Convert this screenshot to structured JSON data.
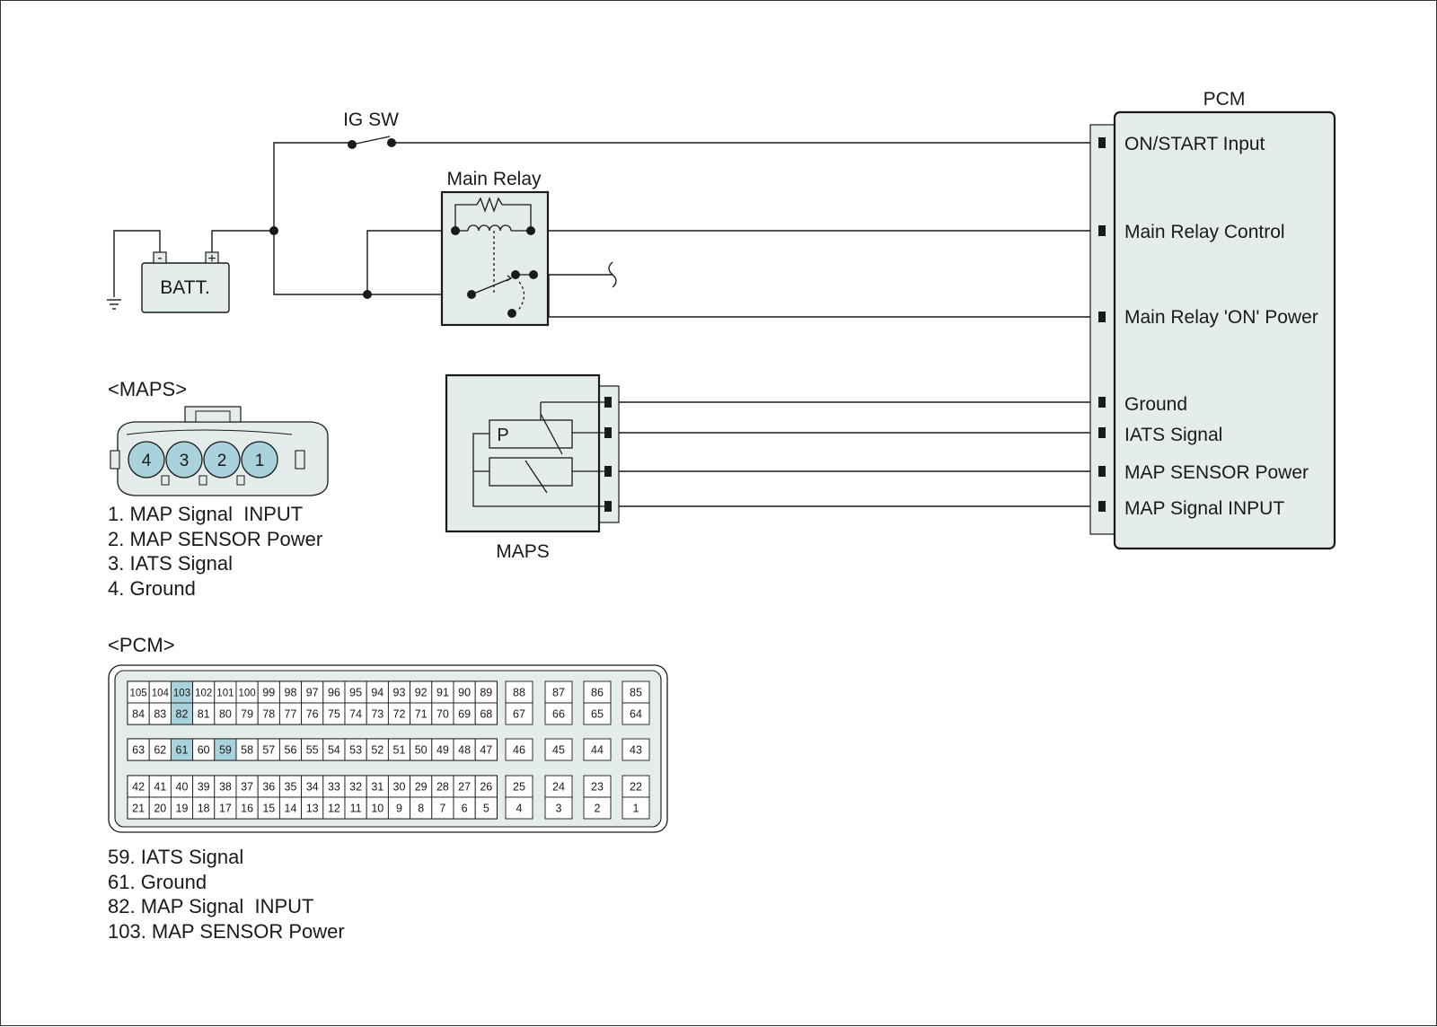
{
  "ig_switch_label": "IG SW",
  "relay_label": "Main Relay",
  "battery": {
    "label": "BATT.",
    "minus": "-",
    "plus": "+"
  },
  "maps_sensor_label": "MAPS",
  "maps_sensor_p": "P",
  "pcm_label": "PCM",
  "pcm_pins": [
    "ON/START Input",
    "Main Relay Control",
    "Main Relay 'ON' Power",
    "Ground",
    "IATS Signal",
    "MAP SENSOR Power",
    "MAP Signal  INPUT"
  ],
  "maps_connector": {
    "heading": "<MAPS>",
    "pins": [
      "4",
      "3",
      "2",
      "1"
    ],
    "legend": [
      "1. MAP Signal  INPUT",
      "2. MAP SENSOR Power",
      "3. IATS Signal",
      "4. Ground"
    ]
  },
  "pcm_connector": {
    "heading": "<PCM>",
    "rows": [
      {
        "main": [
          "105",
          "104",
          "103",
          "102",
          "101",
          "100",
          "99",
          "98",
          "97",
          "96",
          "95",
          "94",
          "93",
          "92",
          "91",
          "90",
          "89"
        ],
        "side": [
          "88",
          "87",
          "86",
          "85"
        ]
      },
      {
        "main": [
          "84",
          "83",
          "82",
          "81",
          "80",
          "79",
          "78",
          "77",
          "76",
          "75",
          "74",
          "73",
          "72",
          "71",
          "70",
          "69",
          "68"
        ],
        "side": [
          "67",
          "66",
          "65",
          "64"
        ]
      },
      {
        "main": [
          "63",
          "62",
          "61",
          "60",
          "59",
          "58",
          "57",
          "56",
          "55",
          "54",
          "53",
          "52",
          "51",
          "50",
          "49",
          "48",
          "47"
        ],
        "side": [
          "46",
          "45",
          "44",
          "43"
        ]
      },
      {
        "main": [
          "42",
          "41",
          "40",
          "39",
          "38",
          "37",
          "36",
          "35",
          "34",
          "33",
          "32",
          "31",
          "30",
          "29",
          "28",
          "27",
          "26"
        ],
        "side": [
          "25",
          "24",
          "23",
          "22"
        ]
      },
      {
        "main": [
          "21",
          "20",
          "19",
          "18",
          "17",
          "16",
          "15",
          "14",
          "13",
          "12",
          "11",
          "10",
          "9",
          "8",
          "7",
          "6",
          "5"
        ],
        "side": [
          "4",
          "3",
          "2",
          "1"
        ]
      }
    ],
    "highlighted": [
      "103",
      "82",
      "61",
      "59"
    ],
    "legend": [
      "59. IATS Signal",
      "61. Ground",
      "82. MAP Signal  INPUT",
      "103. MAP SENSOR Power"
    ]
  },
  "colors": {
    "box_fill": "#e4ecec",
    "pin_fill": "#a9d2dc",
    "highlight": "#a9d2dc",
    "line": "#1a1a1a"
  }
}
